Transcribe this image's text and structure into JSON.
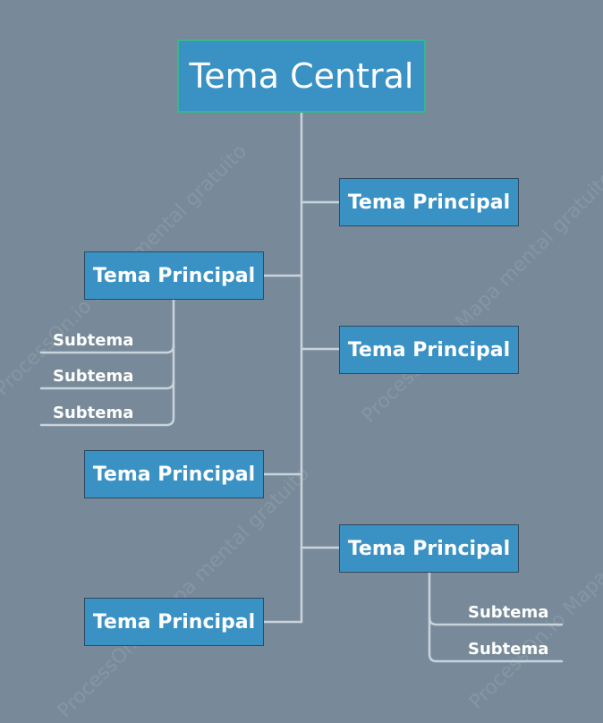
{
  "central": {
    "label": "Tema Central"
  },
  "branches": {
    "right_1": {
      "label": "Tema Principal"
    },
    "left_1": {
      "label": "Tema Principal",
      "subtopics": [
        "Subtema",
        "Subtema",
        "Subtema"
      ]
    },
    "right_2": {
      "label": "Tema Principal"
    },
    "left_2": {
      "label": "Tema Principal"
    },
    "right_3": {
      "label": "Tema Principal",
      "subtopics": [
        "Subtema",
        "Subtema"
      ]
    },
    "left_3": {
      "label": "Tema Principal"
    }
  },
  "watermark": "ProcessOn.io Mapa mental gratuito",
  "colors": {
    "background": "#788a99",
    "node_fill": "#3a92c4",
    "central_border": "#39b58f",
    "connector": "#c9d3dc",
    "text": "#ffffff"
  }
}
